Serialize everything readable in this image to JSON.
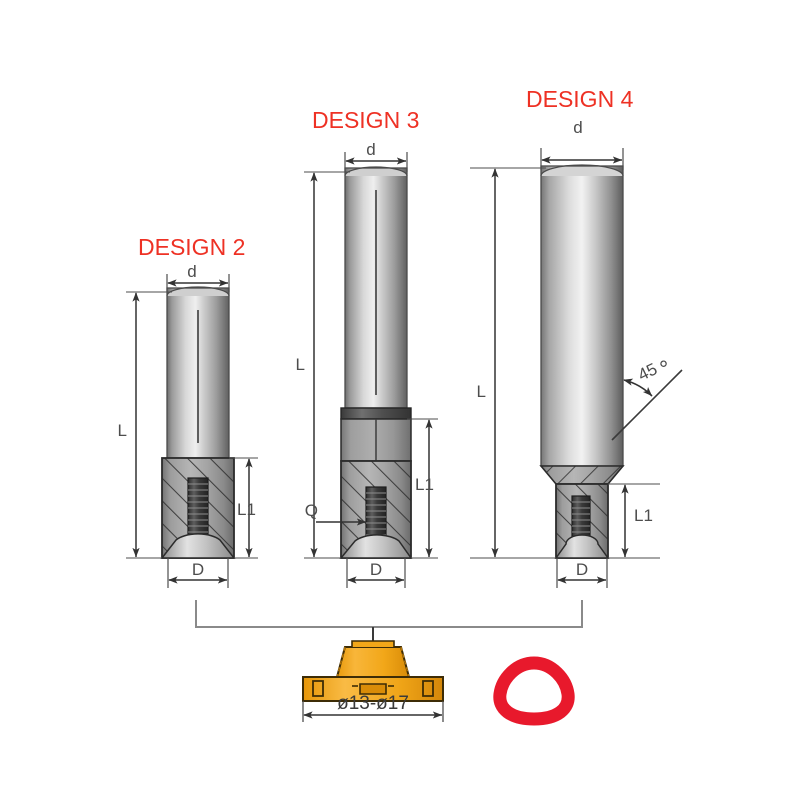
{
  "page": {
    "background": "#ffffff",
    "title_color": "#ee3124",
    "dim_color": "#4d4d4d",
    "line_color": "#333333",
    "insert_color": "#f4a81d",
    "insert_dark": "#c8820d",
    "logo_color": "#e8192c"
  },
  "designs": [
    {
      "id": "design-2",
      "title": "DESIGN 2",
      "labels": {
        "shank_dia": "d",
        "overall_length": "L",
        "head_length": "L1",
        "head_dia": "D"
      }
    },
    {
      "id": "design-3",
      "title": "DESIGN 3",
      "labels": {
        "shank_dia": "d",
        "overall_length": "L",
        "head_length": "L1",
        "head_dia": "D",
        "coolant": "Q"
      }
    },
    {
      "id": "design-4",
      "title": "DESIGN 4",
      "labels": {
        "shank_dia": "d",
        "overall_length": "L",
        "head_length": "L1",
        "head_dia": "D",
        "chamfer_angle": "45"
      }
    }
  ],
  "insert": {
    "diameter_range": "ø13-ø17"
  }
}
